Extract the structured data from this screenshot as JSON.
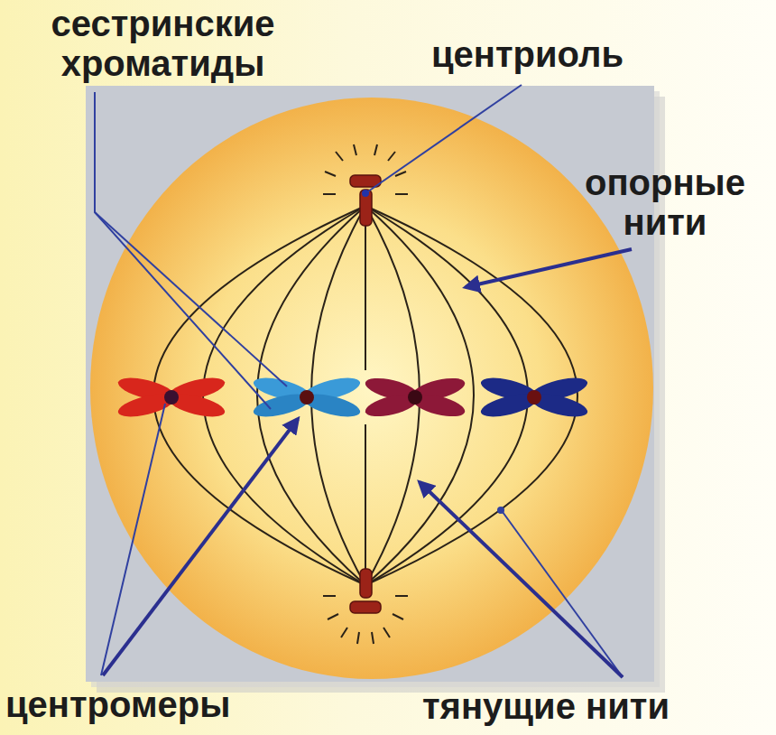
{
  "diagram": {
    "labels": [
      "сестринские хроматиды",
      "центриоль",
      "опорные нити",
      "центромеры",
      "тянущие нити"
    ]
  }
}
